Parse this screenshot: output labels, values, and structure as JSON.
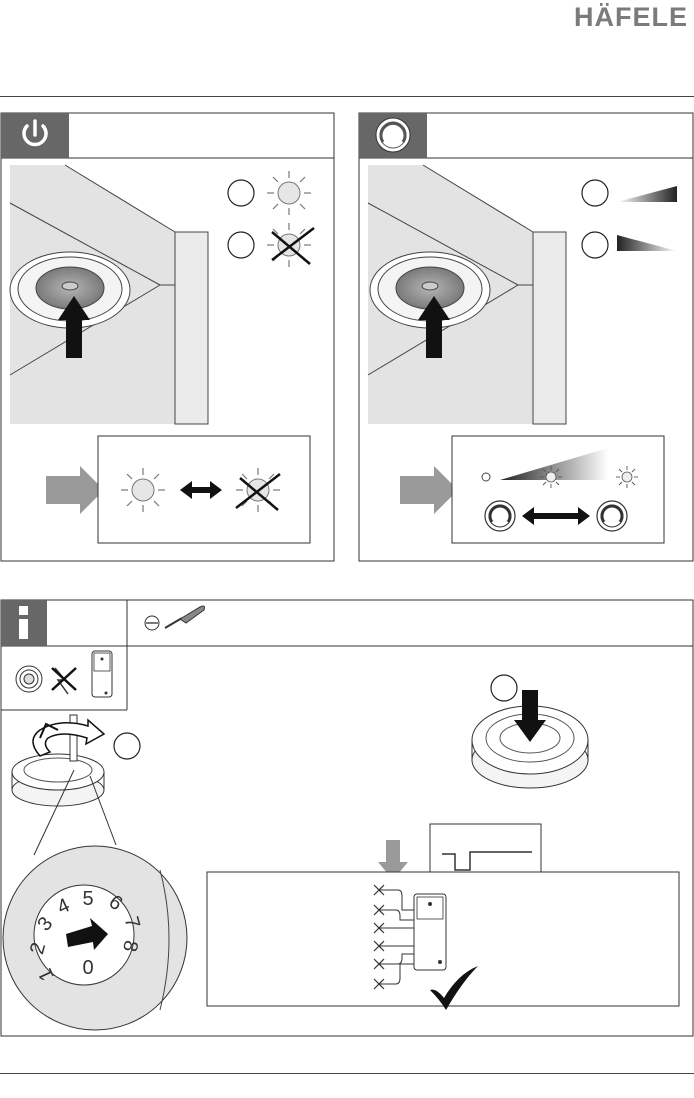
{
  "header": {
    "brand": "HÄFELE"
  },
  "dip_dial": {
    "digits": [
      "5",
      "4",
      "3",
      "2",
      "1",
      "0",
      "8",
      "7",
      "6"
    ]
  },
  "colors": {
    "brand_gray": "#7b7b7b",
    "icon_bg": "#676767",
    "panel_bg": "#e3e3e3",
    "arrow_gray": "#9a9a9a"
  },
  "icons": [
    "power-icon",
    "dimmer-ring-icon",
    "info-icon",
    "screwdriver-icon"
  ]
}
